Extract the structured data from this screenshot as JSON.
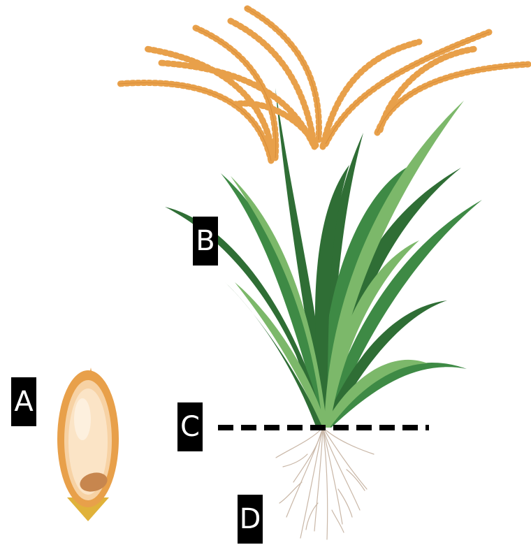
{
  "labels": {
    "a": "A",
    "b": "B",
    "c": "C",
    "d": "D"
  },
  "colors": {
    "panicle": "#e8a04a",
    "leaf_dark": "#2f6e35",
    "leaf_mid": "#3e8a45",
    "leaf_light": "#7cb86a",
    "root": "#c9b7a7",
    "grain_hull": "#e8a04a",
    "grain_inner": "#fbe4c6",
    "embryo": "#c7864e",
    "ground_line": "#000000"
  },
  "parts": [
    "grain",
    "panicle",
    "leaves",
    "ground-line",
    "roots"
  ]
}
